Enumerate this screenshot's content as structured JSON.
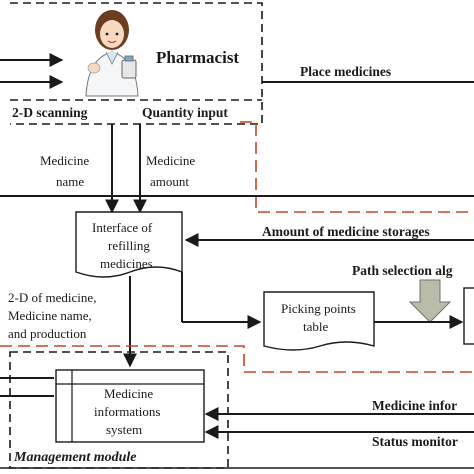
{
  "actor": {
    "name": "Pharmacist",
    "inputs": [
      "2-D scanning",
      "Quantity input"
    ]
  },
  "flows": {
    "place_medicines": "Place medicines",
    "medicine_name": [
      "Medicine",
      "name"
    ],
    "medicine_amount": [
      "Medicine",
      "amount"
    ],
    "amount_of_storages": "Amount of medicine storages",
    "path_selection": "Path selection alg",
    "info_line": [
      "2-D of medicine,",
      "Medicine name,",
      "and production"
    ],
    "medicine_info_right": "Medicine infor",
    "status_monitor": "Status monitor"
  },
  "nodes": {
    "refill_interface": [
      "Interface of",
      "refilling",
      "medicines"
    ],
    "picking_table": [
      "Picking points",
      "table"
    ],
    "info_system": [
      "Medicine",
      "informations",
      "system"
    ]
  },
  "modules": {
    "management": "Management module"
  },
  "colors": {
    "ink": "#1a1a1a",
    "dashed_black": "#1a1a1a",
    "dashed_red": "#c8432b",
    "doc_fill": "#ffffff",
    "arrow_gray": "#b8bca8"
  }
}
